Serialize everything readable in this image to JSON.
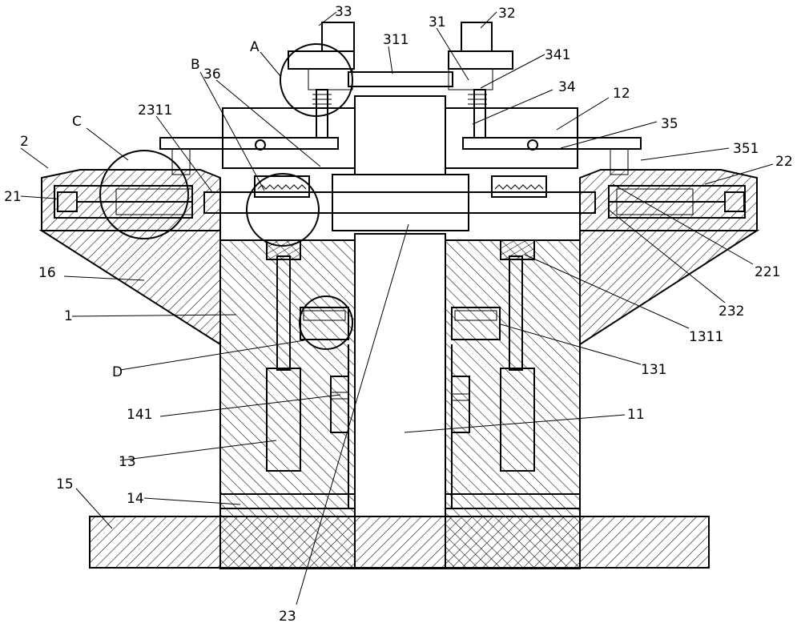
{
  "labels": {
    "n33": "33",
    "n32": "32",
    "n311": "311",
    "n31": "31",
    "nA": "A",
    "n341": "341",
    "nB": "B",
    "n36": "36",
    "n34": "34",
    "n12": "12",
    "n2311": "2311",
    "nC": "C",
    "n35": "35",
    "n2": "2",
    "n351": "351",
    "n22": "22",
    "n21": "21",
    "n221": "221",
    "n16": "16",
    "n232": "232",
    "n1": "1",
    "n1311": "1311",
    "n131": "131",
    "nD": "D",
    "n141": "141",
    "n11": "11",
    "n13": "13",
    "n14": "14",
    "n15": "15",
    "n23": "23"
  }
}
